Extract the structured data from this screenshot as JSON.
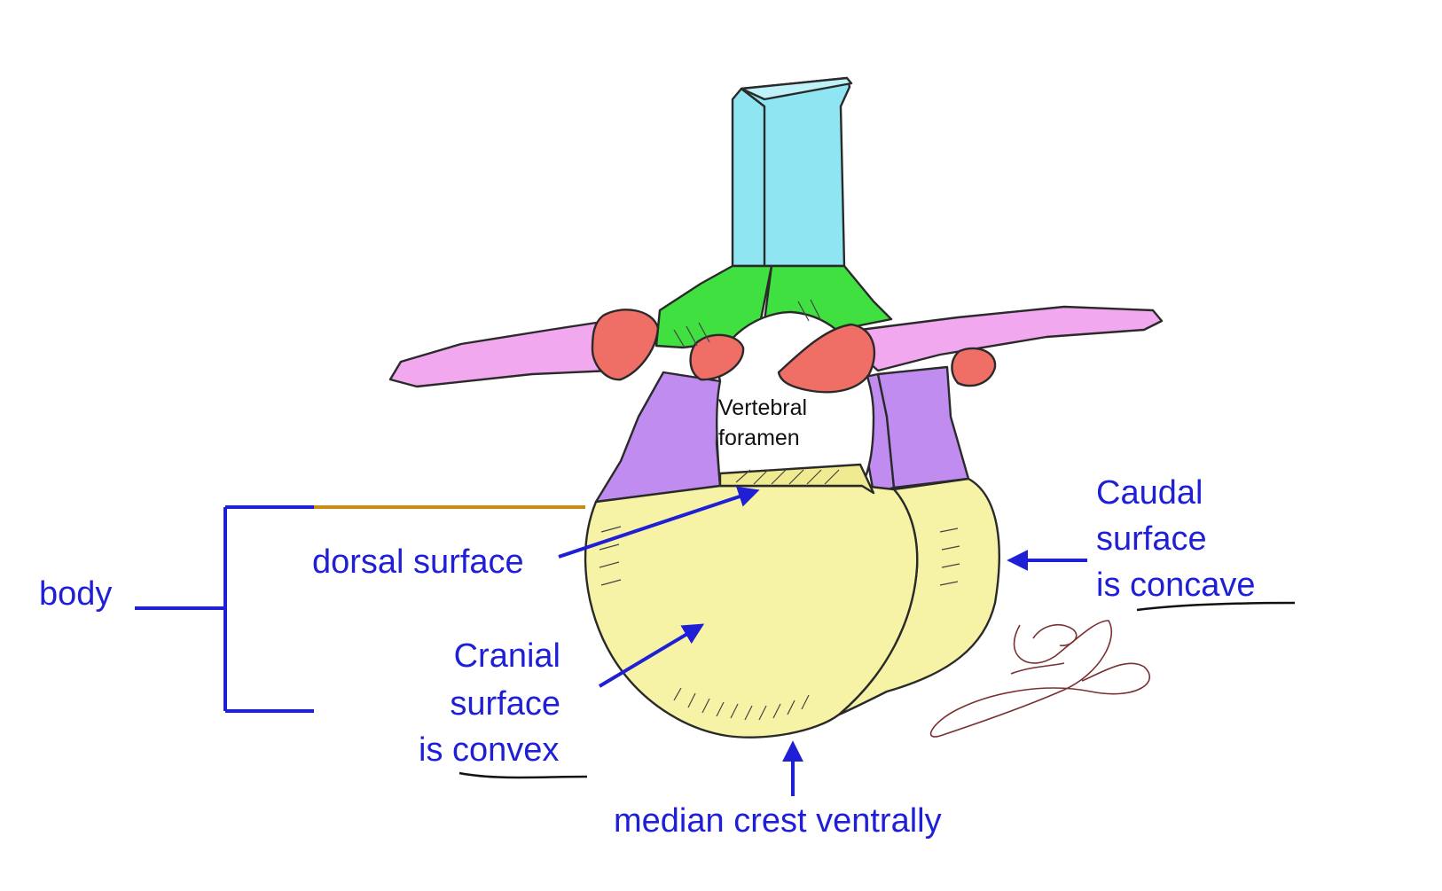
{
  "diagram": {
    "labels": {
      "vertebral_foramen_line1": "Vertebral",
      "vertebral_foramen_line2": "foramen",
      "dorsal_surface": "dorsal surface",
      "body": "body",
      "cranial_line1": "Cranial",
      "cranial_line2": "surface",
      "cranial_line3_prefix": "is ",
      "cranial_line3_emph": "convex",
      "caudal_line1": "Caudal",
      "caudal_line2": "surface",
      "caudal_line3_prefix": "is ",
      "caudal_line3_emph": "concave",
      "median_crest": "median crest ventrally"
    },
    "colors": {
      "label_blue": "#1f1fd6",
      "body_yellow": "#f7f3a6",
      "spinous_cyan": "#8fe6f2",
      "lamina_green": "#3fe03f",
      "pedicle_purple": "#c08cf0",
      "transverse_pink": "#f2a8ee",
      "facet_red": "#ef6f66",
      "bracket_brown": "#c98a16"
    }
  }
}
